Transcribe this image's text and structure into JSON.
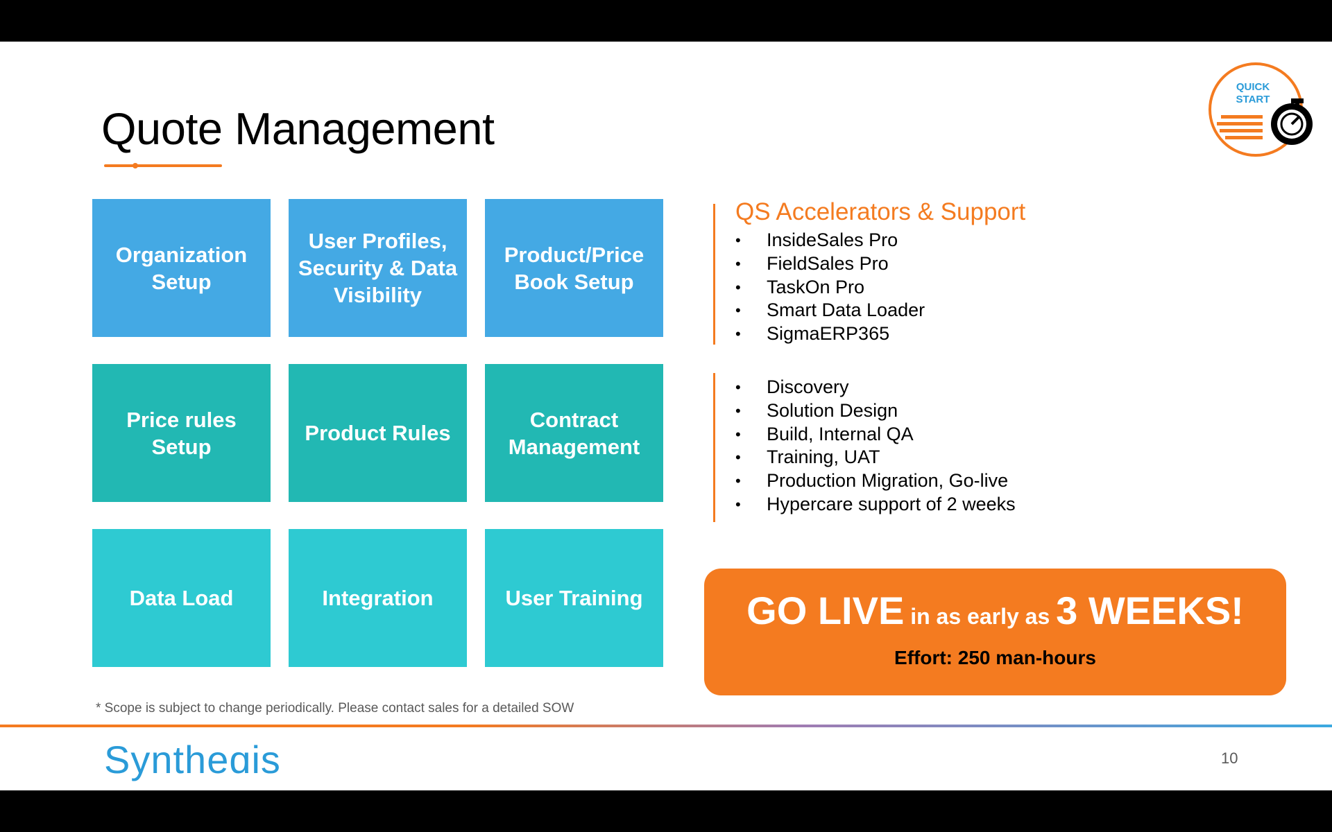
{
  "title": "Quote Management",
  "badge": {
    "line1": "QUICK",
    "line2": "START"
  },
  "tiles": [
    {
      "label": "Organization Setup",
      "color": "#44a9e4"
    },
    {
      "label": "User Profiles, Security & Data Visibility",
      "color": "#44a9e4"
    },
    {
      "label": "Product/Price Book Setup",
      "color": "#44a9e4"
    },
    {
      "label": "Price rules Setup",
      "color": "#22b8b3"
    },
    {
      "label": "Product Rules",
      "color": "#22b8b3"
    },
    {
      "label": "Contract Management",
      "color": "#22b8b3"
    },
    {
      "label": "Data Load",
      "color": "#2ecad2"
    },
    {
      "label": "Integration",
      "color": "#2ecad2"
    },
    {
      "label": "User Training",
      "color": "#2ecad2"
    }
  ],
  "accelerators": {
    "title": "QS Accelerators & Support",
    "items": [
      "InsideSales Pro",
      "FieldSales Pro",
      "TaskOn Pro",
      "Smart Data Loader",
      "SigmaERP365"
    ]
  },
  "services": {
    "items": [
      "Discovery",
      "Solution Design",
      "Build, Internal QA",
      "Training, UAT",
      "Production Migration, Go-live",
      "Hypercare support of 2 weeks"
    ]
  },
  "golive": {
    "part1": "GO LIVE",
    "part2": " in as early as ",
    "part3": "3 WEEKS!",
    "effort": "Effort: 250 man-hours"
  },
  "footnote": "* Scope is subject to change periodically. Please contact sales for a detailed SOW",
  "brand": "Syntheɑis",
  "page_number": "10",
  "colors": {
    "accent": "#f47b20",
    "brand": "#2a9bd8"
  }
}
